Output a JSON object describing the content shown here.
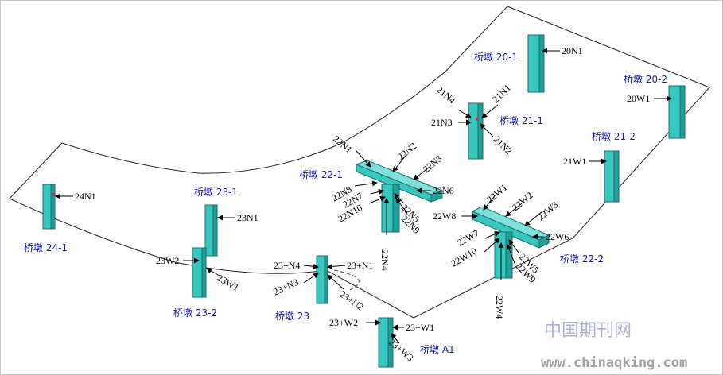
{
  "piers": {
    "p24_1": "桥墩 24-1",
    "p23_1": "桥墩 23-1",
    "p23_2": "桥墩 23-2",
    "p23": "桥墩 23",
    "pA1": "桥墩 A1",
    "p22_1": "桥墩 22-1",
    "p22_2": "桥墩 22-2",
    "p21_1": "桥墩 21-1",
    "p21_2": "桥墩 21-2",
    "p20_1": "桥墩 20-1",
    "p20_2": "桥墩 20-2"
  },
  "points": {
    "n24N1": "24N1",
    "n23N1": "23N1",
    "n23W2": "23W2",
    "n23W1": "23W1",
    "n23pN4": "23+N4",
    "n23pN1": "23+N1",
    "n23pN3": "23+N3",
    "n23pN2": "23+N2",
    "n23pW2": "23+W2",
    "n23pW1": "23+W1",
    "n23pW3": "23+W3",
    "n22N1": "22N1",
    "n22N2": "22N2",
    "n22N3": "22N3",
    "n22N6": "22N6",
    "n22N8": "22N8",
    "n22N7": "22N7",
    "n22N10": "22N10",
    "n22N5": "22N5",
    "n22N9": "22N9",
    "n22N4": "22N4",
    "n22W1": "22W1",
    "n22W2": "22W2",
    "n22W3": "22W3",
    "n22W8": "22W8",
    "n22W6": "22W6",
    "n22W7": "22W7",
    "n22W10": "22W10",
    "n22W5": "22W5",
    "n22W9": "22W9",
    "n22W4": "22W4",
    "n21N4": "21N4",
    "n21N1": "21N1",
    "n21N3": "21N3",
    "n21N2": "21N2",
    "n21W1": "21W1",
    "n20N1": "20N1",
    "n20W1": "20W1"
  },
  "watermark": {
    "cn": "中国期刊网",
    "url": "www.chinaqking.com"
  },
  "colors": {
    "pier_face": "#38c6c0",
    "pier_side": "#229e9a",
    "pier_top": "#7fe0dc",
    "pier_label": "#1a1aa8"
  }
}
